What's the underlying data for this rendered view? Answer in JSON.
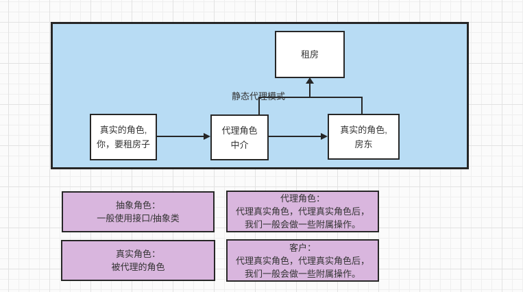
{
  "diagram": {
    "title_label": "静态代理模式",
    "colors": {
      "container_fill": "#b8dcf4",
      "node_fill": "#ffffff",
      "note_fill": "#d9b6de",
      "stroke": "#262626",
      "text": "#333333",
      "grid_minor": "#efefef",
      "grid_major": "#e2e2e2"
    },
    "nodes": {
      "rent": {
        "lines": [
          "租房"
        ]
      },
      "client": {
        "lines": [
          "真实的角色,",
          "你，要租房子"
        ]
      },
      "proxy": {
        "lines": [
          "代理角色",
          "中介"
        ]
      },
      "landlord": {
        "lines": [
          "真实的角色,",
          "房东"
        ]
      }
    },
    "notes": {
      "abstract": {
        "lines": [
          "抽象角色：",
          "一般使用接口/抽象类"
        ]
      },
      "proxy_role": {
        "lines": [
          "代理角色：",
          "代理真实角色，代理真实角色后，",
          "我们一般会做一些附属操作。"
        ]
      },
      "real_role": {
        "lines": [
          "真实角色：",
          "被代理的角色"
        ]
      },
      "customer": {
        "lines": [
          "客户：",
          "代理真实角色，代理真实角色后，",
          "我们一般会做一些附属操作。"
        ]
      }
    }
  }
}
